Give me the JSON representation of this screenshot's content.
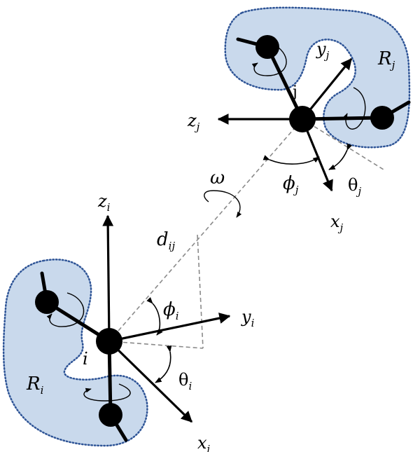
{
  "diagram": {
    "colors": {
      "region_fill": "#c9d9ec",
      "region_border": "#2f5597",
      "stroke": "#000000",
      "dashed": "#8a8a8a"
    },
    "molecule_i": {
      "region_label": {
        "base": "R",
        "sub": "i"
      },
      "center_label": "i",
      "axes": {
        "x": {
          "base": "x",
          "sub": "i"
        },
        "y": {
          "base": "y",
          "sub": "i"
        },
        "z": {
          "base": "z",
          "sub": "i"
        }
      },
      "angles": {
        "phi": {
          "base": "ϕ",
          "sub": "i"
        },
        "theta": {
          "base": "θ",
          "sub": "i"
        }
      }
    },
    "molecule_j": {
      "region_label": {
        "base": "R",
        "sub": "j"
      },
      "center_label": "j",
      "axes": {
        "x": {
          "base": "x",
          "sub": "j"
        },
        "y": {
          "base": "y",
          "sub": "j"
        },
        "z": {
          "base": "z",
          "sub": "j"
        }
      },
      "angles": {
        "phi": {
          "base": "ϕ",
          "sub": "j"
        },
        "theta": {
          "base": "θ",
          "sub": "j"
        }
      }
    },
    "distance_label": {
      "base": "d",
      "sub": "ij"
    },
    "omega_label": "ω"
  }
}
